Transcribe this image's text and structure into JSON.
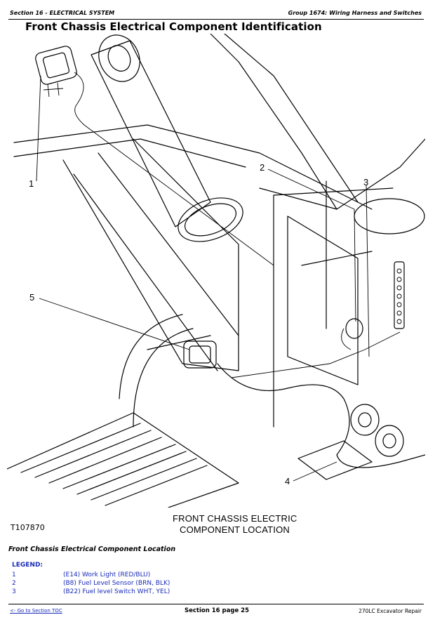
{
  "header": {
    "left": "Section 16 - ELECTRICAL SYSTEM",
    "right": "Group 1674: Wiring Harness and Switches"
  },
  "title": "Front Chassis Electrical Component Identification",
  "figure": {
    "id": "T107870",
    "caption_line1": "FRONT CHASSIS ELECTRIC",
    "caption_line2": "COMPONENT LOCATION",
    "callouts": [
      "1",
      "2",
      "3",
      "4",
      "5"
    ]
  },
  "figure_caption": "Front Chassis Electrical Component Location",
  "legend": {
    "heading": "LEGEND:",
    "items": [
      {
        "num": "1",
        "text": "(E14) Work Light (RED/BLU)"
      },
      {
        "num": "2",
        "text": "(B8) Fuel Level Sensor (BRN, BLK)"
      },
      {
        "num": "3",
        "text": "(B22) Fuel level Switch WHT, YEL)"
      }
    ]
  },
  "footer": {
    "link": "<- Go to Section TOC",
    "center": "Section 16 page 25",
    "right": "270LC Excavator Repair"
  }
}
